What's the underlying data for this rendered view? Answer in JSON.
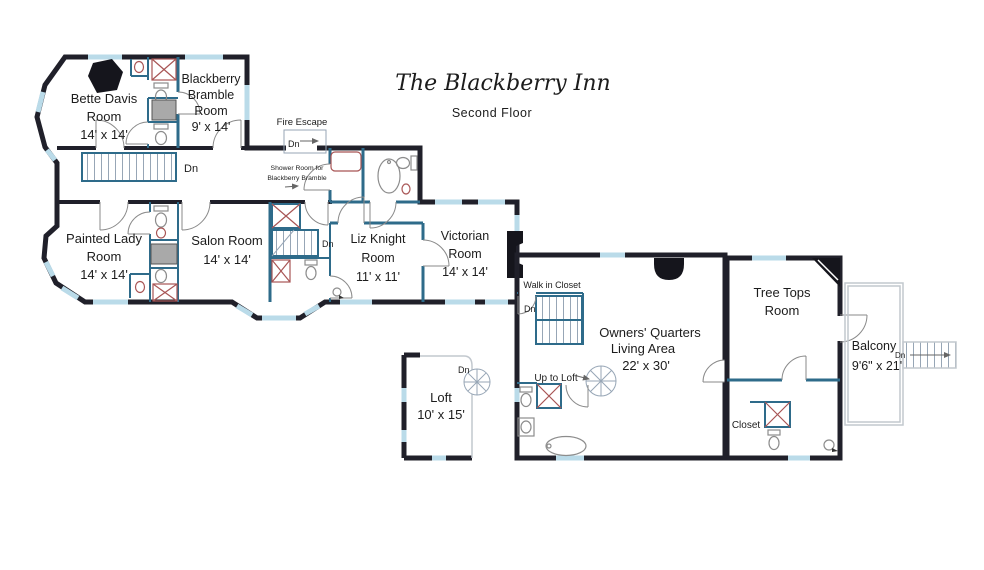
{
  "page": {
    "title": "The Blackberry Inn",
    "subtitle": "Second Floor"
  },
  "colors": {
    "outer_wall": "#20202a",
    "inner_wall": "#2e6b8a",
    "window": "#badbe9",
    "fixture": "#a85555",
    "stair": "#97a6b6",
    "balcony": "#c2c8ce",
    "text": "#1c1c1c",
    "solid": "#15151c"
  },
  "rooms": {
    "bette_davis": {
      "lines": [
        "Bette Davis",
        "Room",
        "14' x 14'"
      ]
    },
    "blackberry_bramble": {
      "lines": [
        "Blackberry",
        "Bramble",
        "Room",
        "9' x 14'"
      ]
    },
    "painted_lady": {
      "lines": [
        "Painted Lady",
        "Room",
        "14' x 14'"
      ]
    },
    "salon": {
      "lines": [
        "Salon Room",
        "14' x 14'"
      ]
    },
    "liz_knight": {
      "lines": [
        "Liz Knight",
        "Room",
        "11' x 11'"
      ]
    },
    "victorian": {
      "lines": [
        "Victorian",
        "Room",
        "14' x 14'"
      ]
    },
    "owners_quarters": {
      "lines": [
        "Owners' Quarters",
        "Living Area",
        "22' x 30'"
      ]
    },
    "loft": {
      "lines": [
        "Loft",
        "10' x 15'"
      ]
    },
    "tree_tops": {
      "lines": [
        "Tree Tops",
        "Room"
      ]
    },
    "balcony": {
      "lines": [
        "Balcony",
        "9'6\" x 21'"
      ]
    }
  },
  "labels": {
    "fire_escape": "Fire Escape",
    "shower_room": {
      "lines": [
        "Shower Room for",
        "Blackberry Bramble"
      ]
    },
    "walk_in_closet": "Walk in Closet",
    "up_to_loft": "Up to Loft",
    "closet": "Closet",
    "down": "Dn"
  }
}
